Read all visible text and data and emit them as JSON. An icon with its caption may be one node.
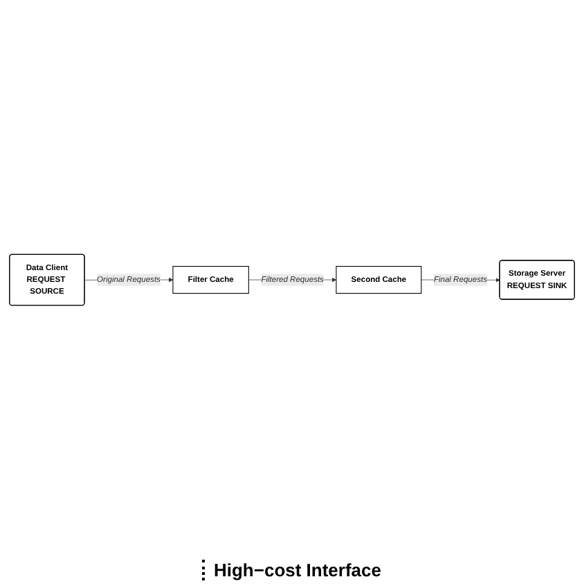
{
  "diagram": {
    "nodes": [
      {
        "text": [
          "Data Client",
          "REQUEST SOURCE"
        ]
      },
      {
        "text": [
          "Filter Cache"
        ]
      },
      {
        "text": [
          "Second Cache"
        ]
      },
      {
        "text": [
          "Storage Server",
          "REQUEST SINK"
        ]
      }
    ],
    "edges": [
      {
        "from": 0,
        "to": 1,
        "arrow": "to",
        "label": "Original Requests"
      },
      {
        "from": 1,
        "to": 2,
        "arrow": "to",
        "label": "Filtered Requests"
      },
      {
        "from": 2,
        "to": 3,
        "arrow": "to",
        "label": "Final Requests"
      }
    ],
    "labels": [
      "High−cost Interface"
    ]
  }
}
